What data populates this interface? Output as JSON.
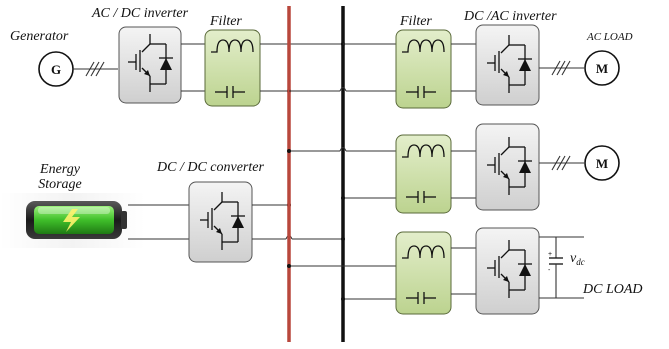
{
  "labels": {
    "generator": "Generator",
    "generator_symbol": "G",
    "acdc_inverter": "AC / DC inverter",
    "filter_left": "Filter",
    "filter_right": "Filter",
    "dcac_inverter": "DC /AC inverter",
    "ac_load": "AC LOAD",
    "motor_symbol": "M",
    "energy_storage_line1": "Energy",
    "energy_storage_line2": "Storage",
    "dcdc_converter": "DC / DC converter",
    "vdc_symbol": "v",
    "vdc_subscript": "dc",
    "dc_load": "DC LOAD"
  },
  "colors": {
    "ac_bus": "#b8473c",
    "dc_bus": "#111111",
    "module_fill": "#d9d9d9",
    "filter_fill": "#c9dca0",
    "battery_green": "#3fbf2a"
  }
}
